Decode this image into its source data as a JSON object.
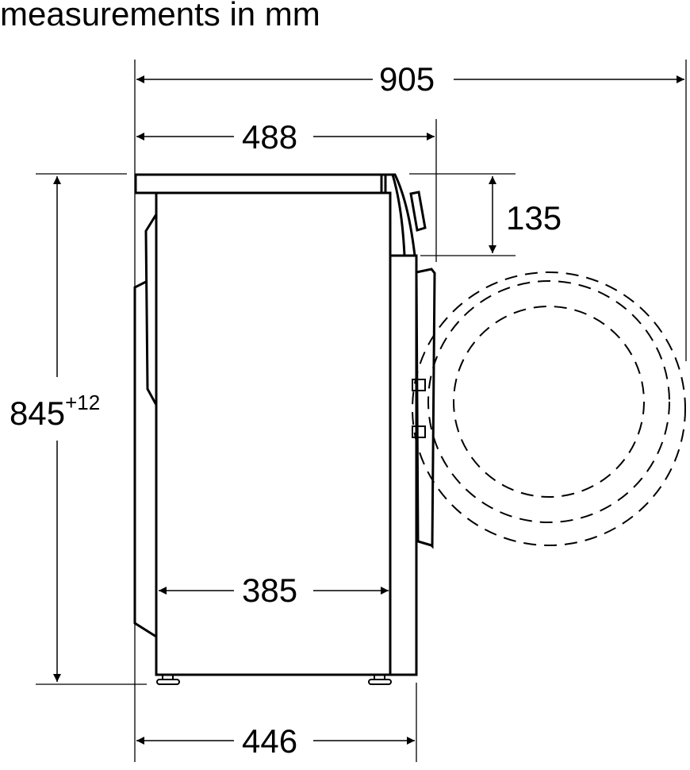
{
  "title": "measurements in mm",
  "dimensions": {
    "overall_depth_door_open": "905",
    "depth": "488",
    "panel_height": "135",
    "height_base": "845",
    "height_tolerance": "+12",
    "inner_depth": "385",
    "base_depth": "446"
  },
  "colors": {
    "line": "#000000",
    "background": "#ffffff"
  }
}
